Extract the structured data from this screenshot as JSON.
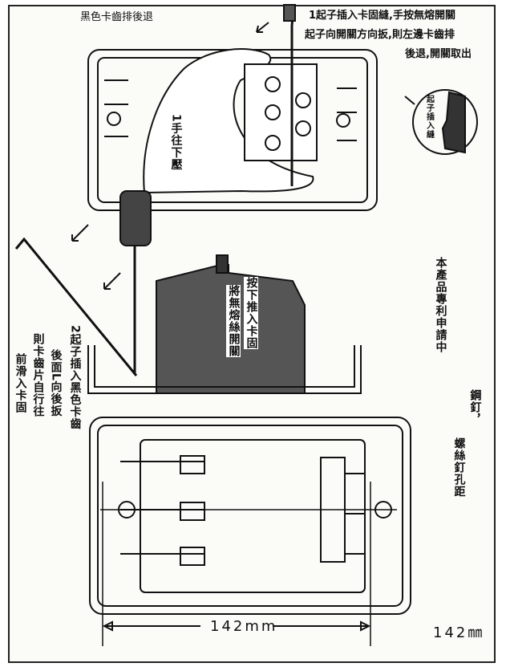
{
  "labels": {
    "black_teeth": "黑色卡齒排後退",
    "step1_line1": "1起子插入卡固縫,手按無熔開關",
    "step1_line2": "起子向開關方向扳,則左邊卡齒排",
    "step1_line3": "後退,開關取出",
    "hand_press": "1手往下壓",
    "inset": "起子插入縫",
    "step2_col1": "2起子插入黑色卡齒",
    "step2_col2": "後面L向後扳",
    "step2_col3": "則卡齒片自行往",
    "step2_col4": "前滑入卡固",
    "push_col1": "按下推入卡固",
    "push_col2": "將無熔絲開關",
    "patent": "本產品專利申請中",
    "nail_col1": "鋼釘，",
    "nail_col2": "螺絲釘孔距",
    "dimension": "142mm",
    "dimension_right": "142㎜"
  }
}
